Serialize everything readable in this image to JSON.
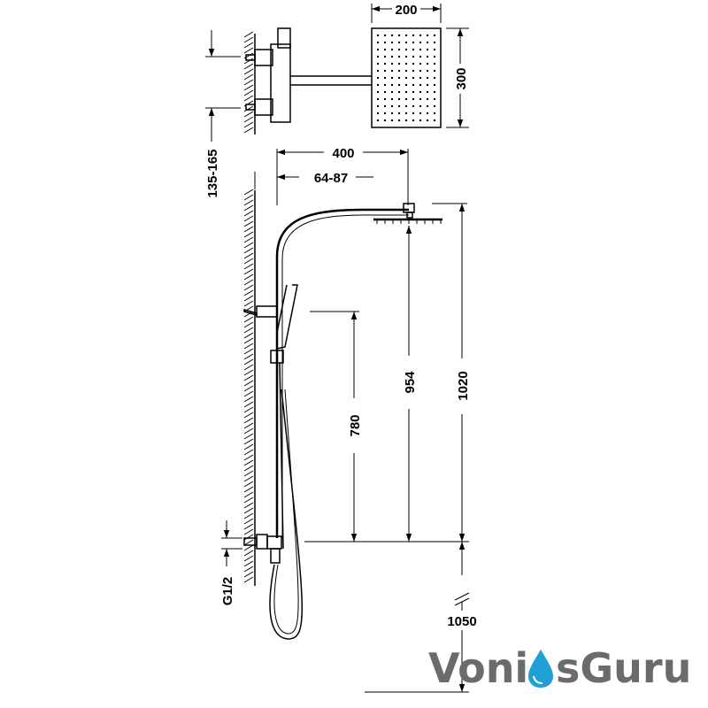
{
  "dimensions": {
    "showerhead_width": "200",
    "showerhead_height": "300",
    "arm_projection": "400",
    "wall_offset": "64-87",
    "inlet_centres": "135-165",
    "head_height": "954",
    "total_height": "1020",
    "slider_height": "780",
    "connection": "G1/2",
    "floor_height": "1050"
  },
  "brand": {
    "part1": "Voni",
    "part2": "sGuru",
    "text_color": "#6b6b6b",
    "drop_color": "#1e9fd6"
  },
  "icons": {
    "logo_drop": "water-drop-icon"
  }
}
